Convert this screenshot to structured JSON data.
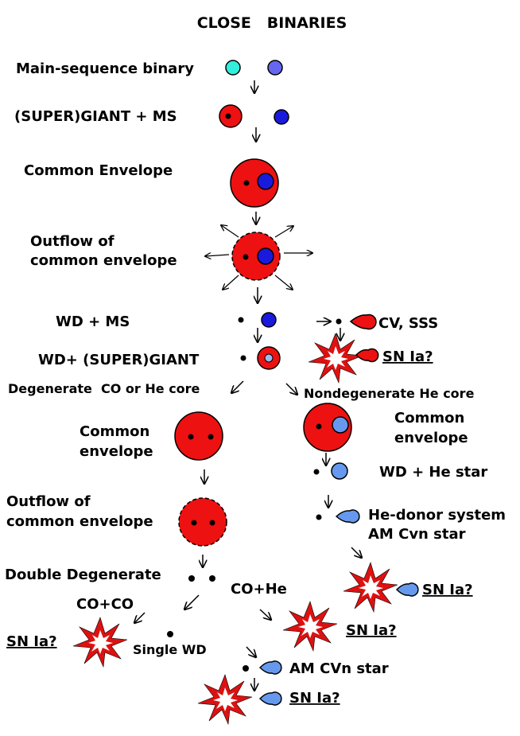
{
  "title": "CLOSE   BINARIES",
  "labels": {
    "ms_binary": "Main-sequence binary",
    "supergiant_ms": "(SUPER)GIANT + MS",
    "common_envelope_1": "Common Envelope",
    "outflow_1a": "Outflow of",
    "outflow_1b": "common envelope",
    "wd_ms": "WD + MS",
    "cv_sss": "CV, SSS",
    "sn_ia_1": "SN Ia?",
    "wd_supergiant": "WD+ (SUPER)GIANT",
    "degenerate_core": "Degenerate  CO or He core",
    "nondegenerate_core": "Nondegenerate He core",
    "common_envelope_2a": "Common",
    "common_envelope_2b": "envelope",
    "common_envelope_3a": "Common",
    "common_envelope_3b": "envelope",
    "wd_he_star": "WD + He star",
    "outflow_2a": "Outflow of",
    "outflow_2b": "common envelope",
    "he_donor_a": "He-donor system",
    "he_donor_b": "AM Cvn star",
    "double_degenerate": "Double Degenerate",
    "co_he": "CO+He",
    "co_co": "CO+CO",
    "sn_ia_2": "SN Ia?",
    "sn_ia_3": "SN Ia?",
    "single_wd": "Single WD",
    "sn_ia_4": "SN Ia?",
    "am_cvn_star": "AM CVn star",
    "sn_ia_5": "SN Ia?"
  },
  "colors": {
    "giant": "#ee1111",
    "ms_cyan": "#33eedd",
    "ms_violet": "#6666ee",
    "ms_blue": "#1a1add",
    "he_star": "#6699ee",
    "explosion_outer": "#dd1111",
    "explosion_inner": "#ffffff"
  }
}
